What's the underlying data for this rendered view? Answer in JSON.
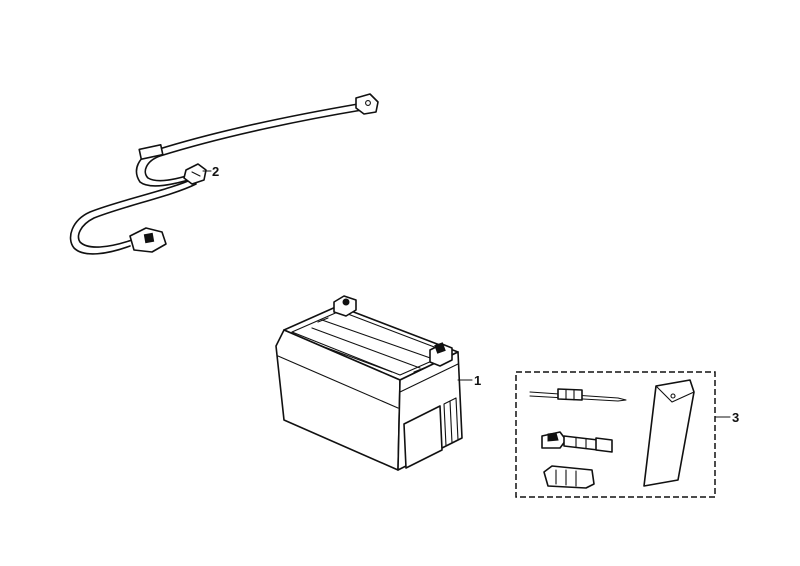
{
  "callouts": {
    "battery": "1",
    "cable": "2",
    "tool_kit": "3"
  },
  "colors": {
    "line": "#111111",
    "background": "#ffffff"
  }
}
